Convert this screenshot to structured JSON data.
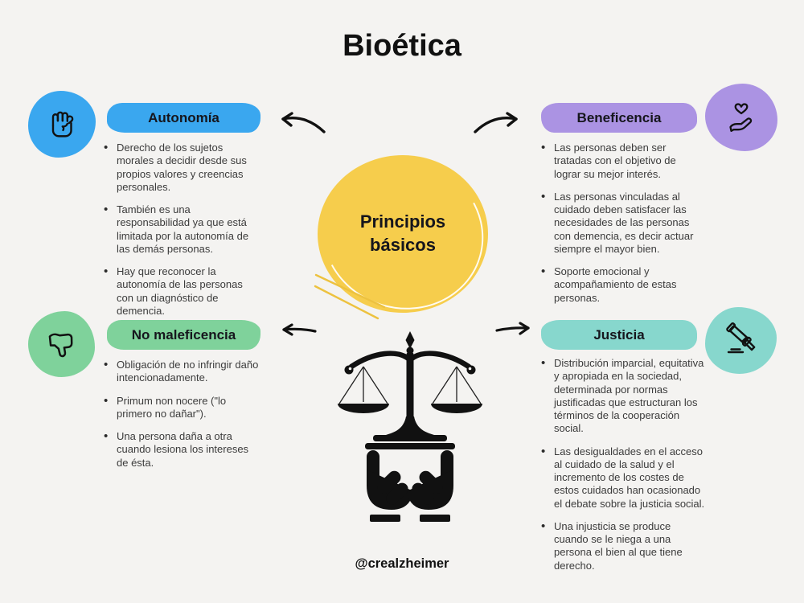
{
  "title": "Bioética",
  "center": {
    "label": "Principios básicos",
    "color": "#f6cd4c"
  },
  "footer": {
    "handle": "@crealzheimer"
  },
  "colors": {
    "background": "#f4f3f1",
    "autonomia_blue": "#3aa7ef",
    "beneficencia_purple": "#ab93e3",
    "no_maleficencia_green": "#7fd29b",
    "justicia_teal": "#87d7cd",
    "center_yellow": "#f6cd4c",
    "heading_text": "#16161d",
    "body_text": "#3b3b3b",
    "icon_stroke": "#121212"
  },
  "sections": [
    {
      "id": "autonomia",
      "title": "Autonomía",
      "color": "#3aa7ef",
      "icon": "fist-icon",
      "bullets": [
        "Derecho de los sujetos morales a decidir desde sus propios valores y creencias personales.",
        "También es una responsabilidad ya que está limitada por la autonomía de las demás personas.",
        "Hay que reconocer la autonomía de las personas con un diagnóstico de demencia."
      ]
    },
    {
      "id": "beneficencia",
      "title": "Beneficencia",
      "color": "#ab93e3",
      "icon": "heart-hand-icon",
      "bullets": [
        "Las personas deben ser tratadas con el objetivo de lograr su mejor interés.",
        "Las personas vinculadas al cuidado deben satisfacer las necesidades de las personas con demencia, es decir actuar siempre el mayor bien.",
        "Soporte emocional y acompañamiento de estas personas."
      ]
    },
    {
      "id": "no-maleficencia",
      "title": "No maleficencia",
      "color": "#7fd29b",
      "icon": "thumbs-down-icon",
      "bullets": [
        "Obligación de no infringir daño intencionadamente.",
        "Primum non nocere (\"lo primero no dañar\").",
        "Una persona daña a otra cuando lesiona los intereses de ésta."
      ]
    },
    {
      "id": "justicia",
      "title": "Justicia",
      "color": "#87d7cd",
      "icon": "gavel-icon",
      "bullets": [
        "Distribución imparcial, equitativa y apropiada en la sociedad, determinada por normas justificadas que estructuran los términos de la cooperación social.",
        "Las desigualdades en el acceso al cuidado de la salud y el incremento de los costes de estos cuidados han ocasionado el debate sobre la justicia social.",
        "Una injusticia se produce cuando se le niega a una persona el bien al que tiene derecho."
      ]
    }
  ],
  "central_icon": "justice-scale-hands-icon"
}
